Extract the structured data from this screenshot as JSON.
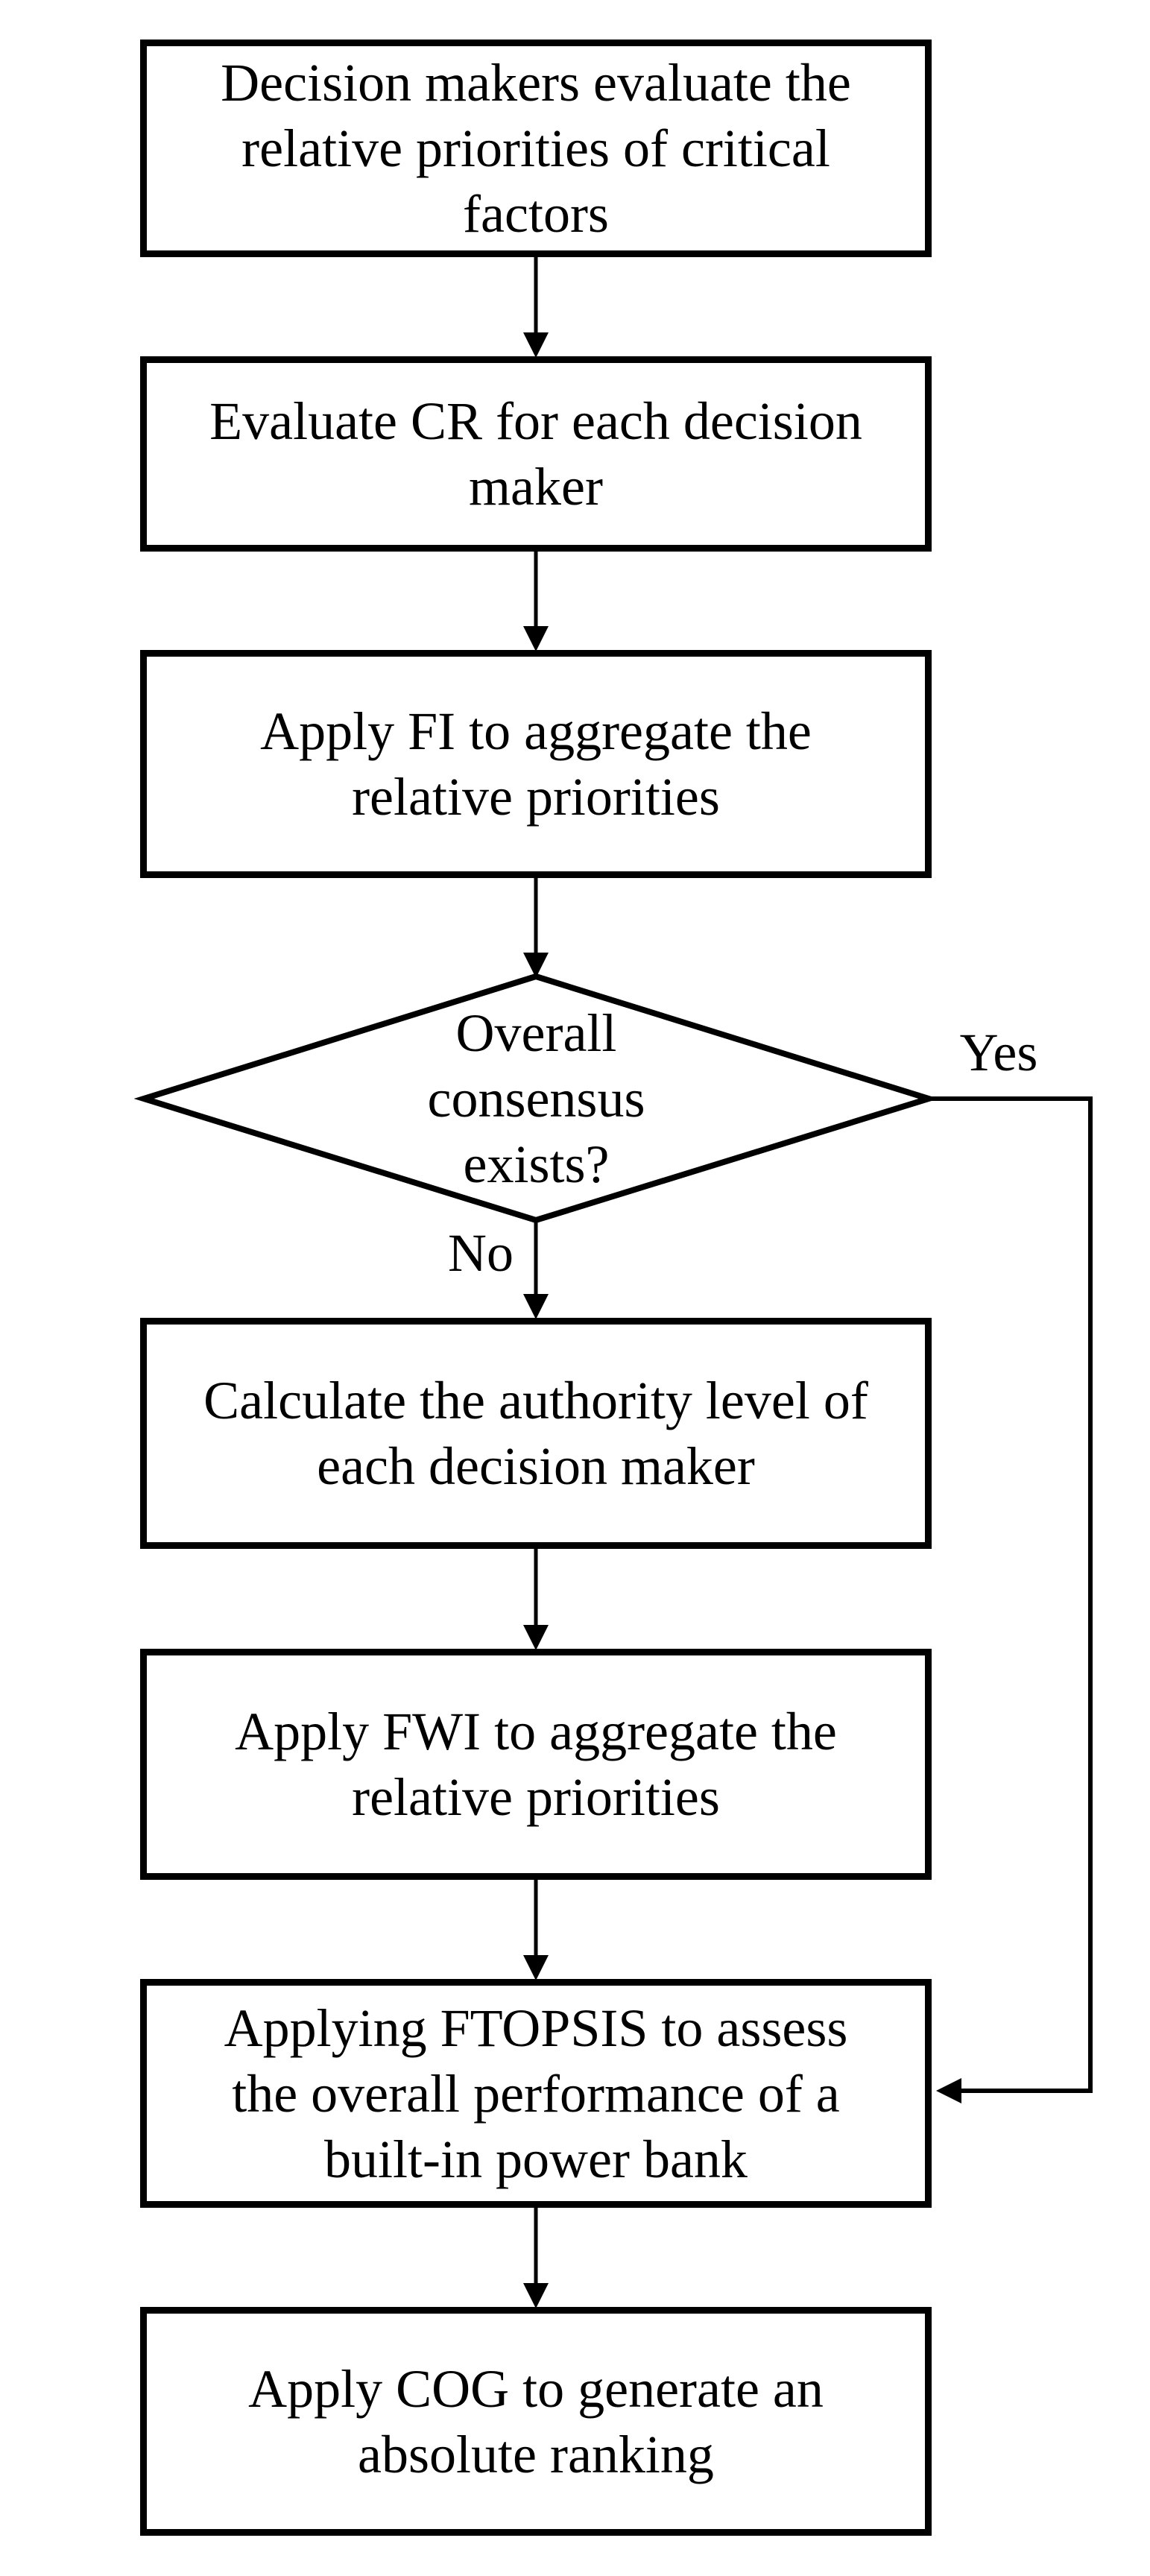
{
  "diagram": {
    "type": "flowchart",
    "background_color": "#ffffff",
    "ink_color": "#000000",
    "nodes": [
      {
        "id": "evaluate-priorities",
        "shape": "rectangle",
        "label": "Decision makers evaluate the\nrelative priorities of critical\nfactors"
      },
      {
        "id": "evaluate-cr",
        "shape": "rectangle",
        "label": "Evaluate CR for each decision\nmaker"
      },
      {
        "id": "apply-fi",
        "shape": "rectangle",
        "label": "Apply FI to aggregate the\nrelative priorities"
      },
      {
        "id": "consensus-check",
        "shape": "diamond",
        "label": "Overall\nconsensus\nexists?"
      },
      {
        "id": "authority-level",
        "shape": "rectangle",
        "label": "Calculate the authority level of\neach decision maker"
      },
      {
        "id": "apply-fwi",
        "shape": "rectangle",
        "label": "Apply FWI to aggregate the\nrelative priorities"
      },
      {
        "id": "apply-ftopsis",
        "shape": "rectangle",
        "label": "Applying FTOPSIS to assess\nthe overall performance of a\nbuilt-in power bank"
      },
      {
        "id": "apply-cog",
        "shape": "rectangle",
        "label": "Apply COG to generate an\nabsolute ranking"
      }
    ],
    "edges": [
      {
        "from": "evaluate-priorities",
        "to": "evaluate-cr",
        "label": ""
      },
      {
        "from": "evaluate-cr",
        "to": "apply-fi",
        "label": ""
      },
      {
        "from": "apply-fi",
        "to": "consensus-check",
        "label": ""
      },
      {
        "from": "consensus-check",
        "to": "authority-level",
        "label": "No"
      },
      {
        "from": "consensus-check",
        "to": "apply-ftopsis",
        "label": "Yes"
      },
      {
        "from": "authority-level",
        "to": "apply-fwi",
        "label": ""
      },
      {
        "from": "apply-fwi",
        "to": "apply-ftopsis",
        "label": ""
      },
      {
        "from": "apply-ftopsis",
        "to": "apply-cog",
        "label": ""
      }
    ],
    "edge_labels": {
      "yes": "Yes",
      "no": "No"
    }
  }
}
